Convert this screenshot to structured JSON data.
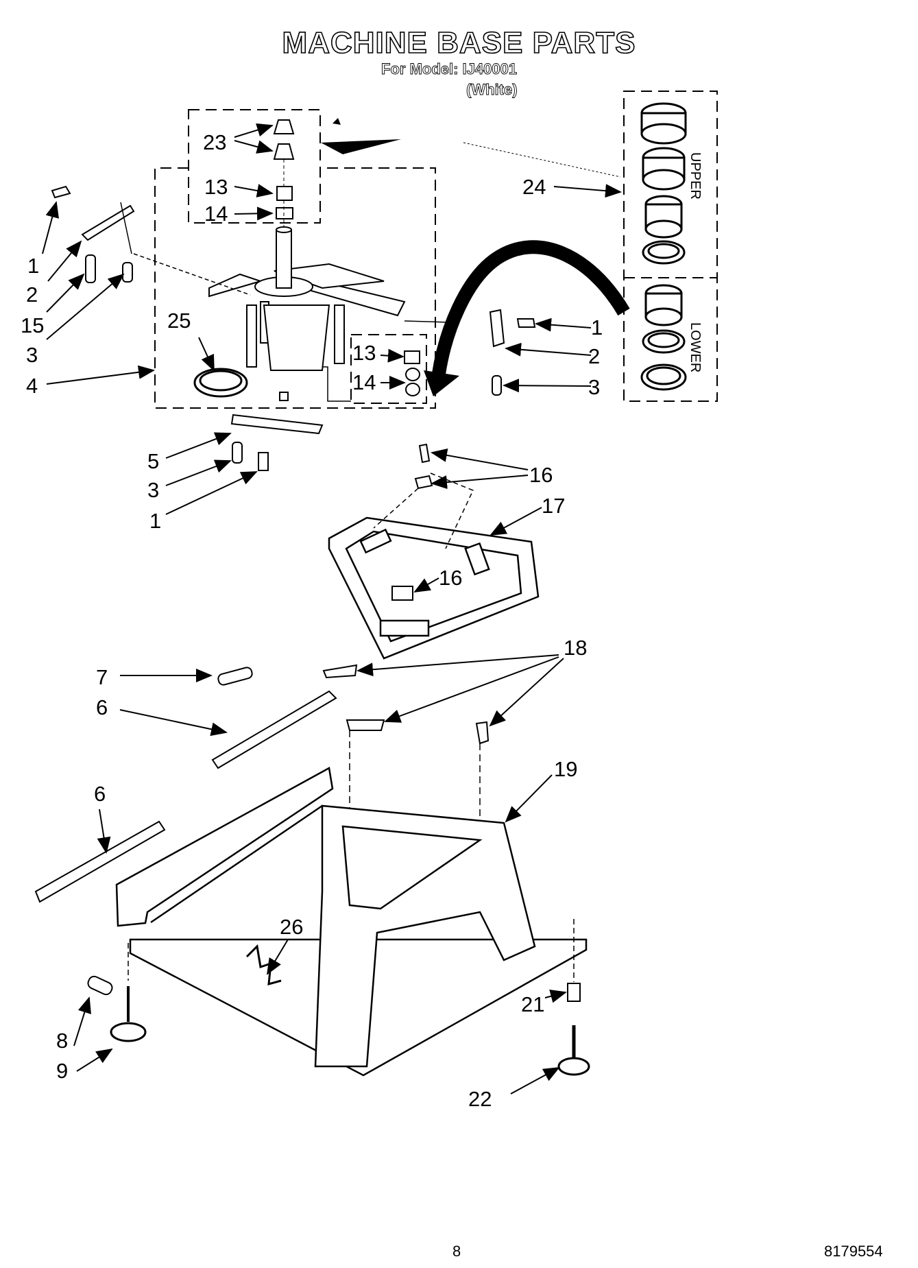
{
  "header": {
    "title": "MACHINE BASE PARTS",
    "model_line": "For Model: IJ40001",
    "color_line": "(White)"
  },
  "callouts": {
    "c23": "23",
    "c13a": "13",
    "c14a": "14",
    "c24": "24",
    "c1a": "1",
    "c2a": "2",
    "c15": "15",
    "c3a": "3",
    "c4": "4",
    "c25": "25",
    "c1b": "1",
    "c2b": "2",
    "c3b": "3",
    "c13b": "13",
    "c14b": "14",
    "c5": "5",
    "c3c": "3",
    "c1c": "1",
    "c16a": "16",
    "c17": "17",
    "c16b": "16",
    "c18": "18",
    "c7": "7",
    "c6a": "6",
    "c6b": "6",
    "c19": "19",
    "c26": "26",
    "c8": "8",
    "c9": "9",
    "c21": "21",
    "c22": "22"
  },
  "kit_labels": {
    "upper": "UPPER",
    "lower": "LOWER"
  },
  "footer": {
    "page_number": "8",
    "doc_number": "8179554"
  }
}
